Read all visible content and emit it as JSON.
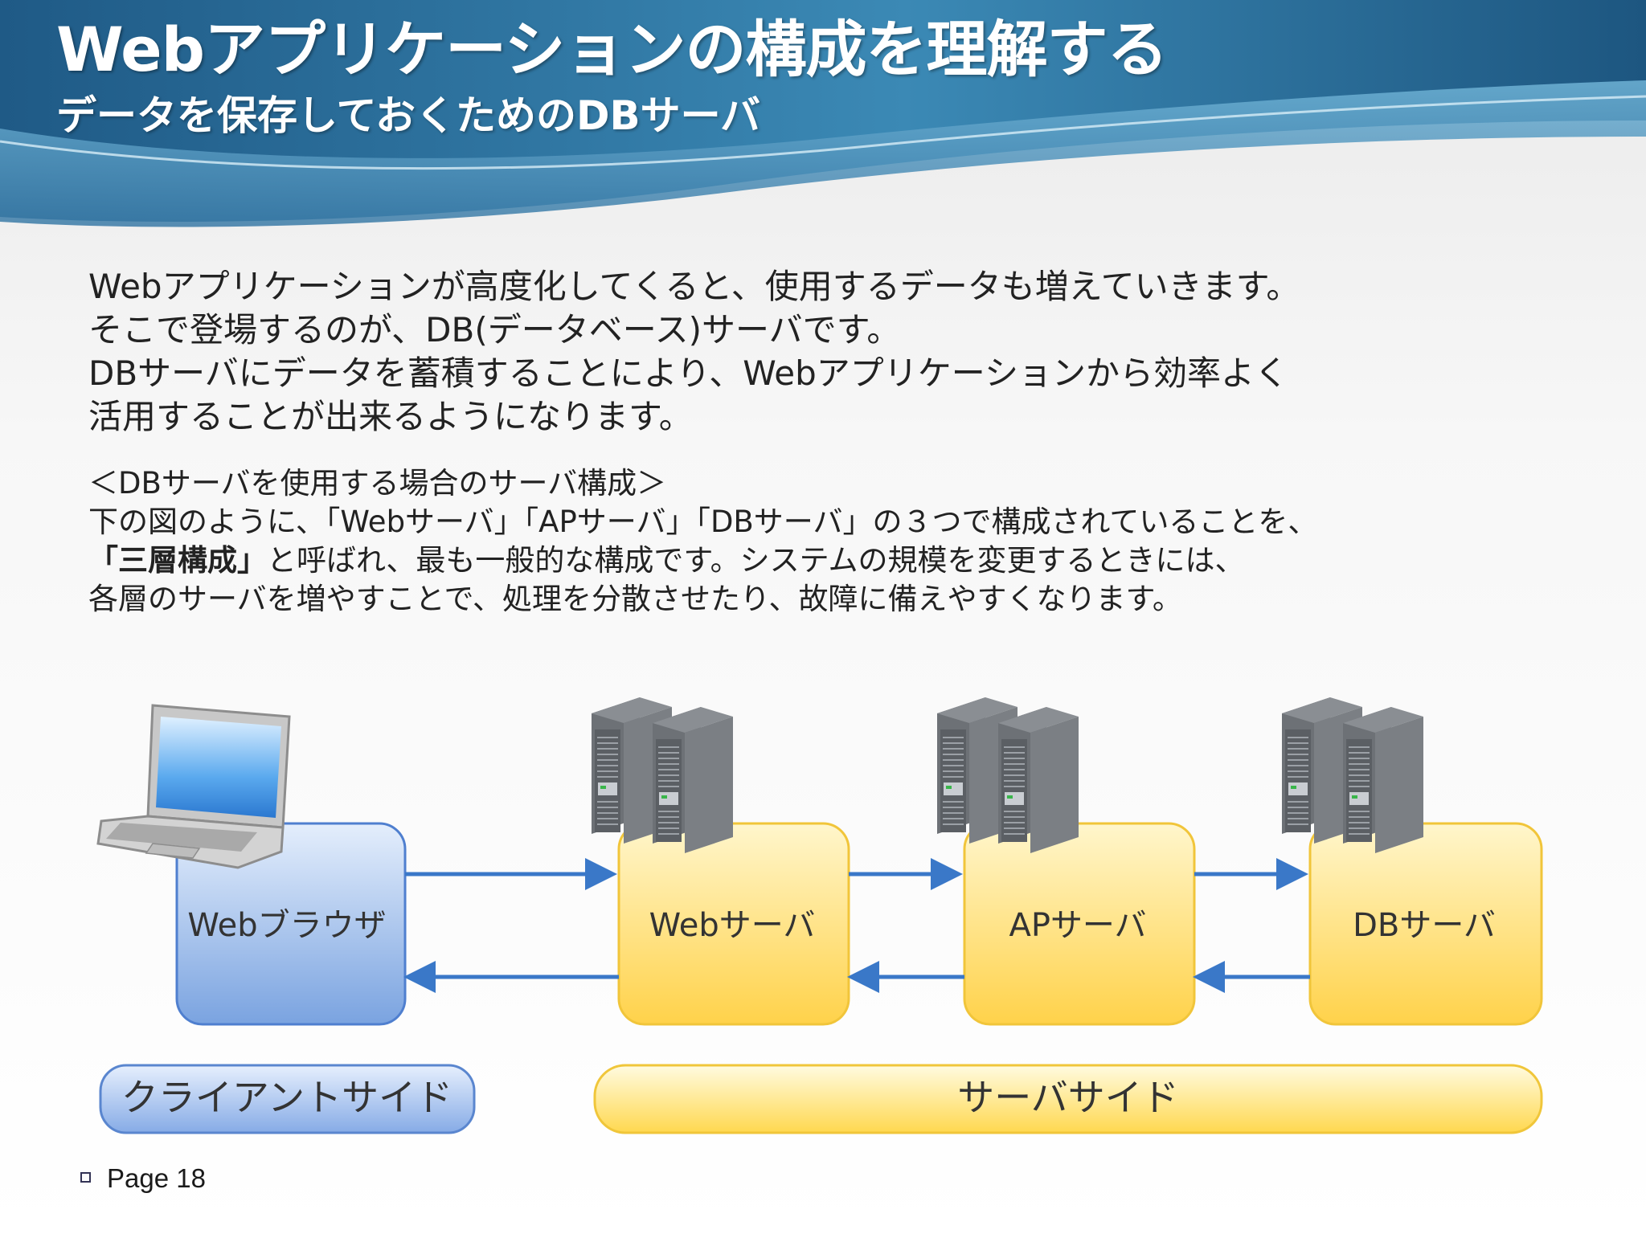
{
  "slide": {
    "title": "Webアプリケーションの構成を理解する",
    "subtitle": "データを保存しておくためのDBサーバ"
  },
  "intro_lines": [
    "Webアプリケーションが高度化してくると、使用するデータも増えていきます。",
    "そこで登場するのが、DB(データベース)サーバです。",
    "DBサーバにデータを蓄積することにより、Webアプリケーションから効率よく",
    "活用することが出来るようになります。"
  ],
  "detail": {
    "heading": "＜DBサーバを使用する場合のサーバ構成＞",
    "line1": "下の図のように、「Webサーバ」「APサーバ」「DBサーバ」の３つで構成されていることを、",
    "line2_bold": "「三層構成」",
    "line2_rest": "と呼ばれ、最も一般的な構成です。システムの規模を変更するときには、",
    "line3": "各層のサーバを増やすことで、処理を分散させたり、故障に備えやすくなります。"
  },
  "diagram": {
    "nodes": [
      {
        "id": "browser",
        "label": "Webブラウザ"
      },
      {
        "id": "web",
        "label": "Webサーバ"
      },
      {
        "id": "ap",
        "label": "APサーバ"
      },
      {
        "id": "db",
        "label": "DBサーバ"
      }
    ],
    "edges": [
      {
        "from": "browser",
        "to": "web"
      },
      {
        "from": "web",
        "to": "browser"
      },
      {
        "from": "web",
        "to": "ap"
      },
      {
        "from": "ap",
        "to": "web"
      },
      {
        "from": "ap",
        "to": "db"
      },
      {
        "from": "db",
        "to": "ap"
      }
    ],
    "groups": {
      "client": "クライアントサイド",
      "server": "サーバサイド"
    }
  },
  "colors": {
    "header_blue": "#2e6e98",
    "client_blue": "#88aee6",
    "server_yellow": "#ffd85a",
    "arrow_blue": "#3a78c8"
  },
  "footer": {
    "page": "Page 18"
  }
}
